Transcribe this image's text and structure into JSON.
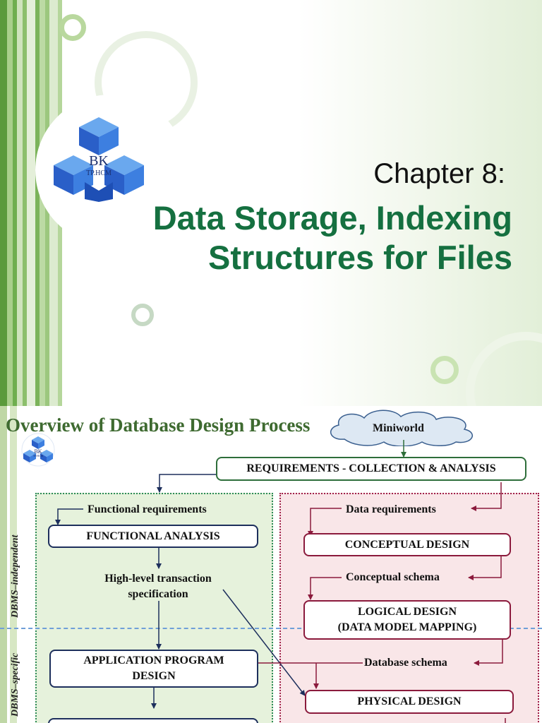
{
  "slide1": {
    "chapter": "Chapter 8:",
    "title_line1": "Data Storage, Indexing",
    "title_line2": "Structures for Files",
    "logo": {
      "top": "BK",
      "bottom": "TP.HCM"
    },
    "colors": {
      "title": "#157040",
      "logo_blue": "#2a6ad8"
    }
  },
  "slide2": {
    "title": "Overview of Database Design Process",
    "miniworld": "Miniworld",
    "requirements": "REQUIREMENTS - COLLECTION & ANALYSIS",
    "functional_requirements": "Functional requirements",
    "functional_analysis": "FUNCTIONAL ANALYSIS",
    "high_level_line1": "High-level transaction",
    "high_level_line2": "specification",
    "app_design_line1": "APPLICATION PROGRAM",
    "app_design_line2": "DESIGN",
    "data_requirements": "Data requirements",
    "conceptual_design": "CONCEPTUAL DESIGN",
    "conceptual_schema": "Conceptual schema",
    "logical_design_line1": "LOGICAL DESIGN",
    "logical_design_line2": "(DATA MODEL MAPPING)",
    "database_schema": "Database schema",
    "physical_design": "PHYSICAL DESIGN",
    "dbms_independent": "DBMS–independent",
    "dbms_specific": "DBMS–specific",
    "logo": {
      "top": "BK",
      "bottom": "TP.HCM"
    },
    "colors": {
      "functional_arrows": "#1d2f5c",
      "data_arrows": "#8b1a3c",
      "green_region": "#e6f2dc",
      "pink_region": "#f9e6e8"
    }
  }
}
